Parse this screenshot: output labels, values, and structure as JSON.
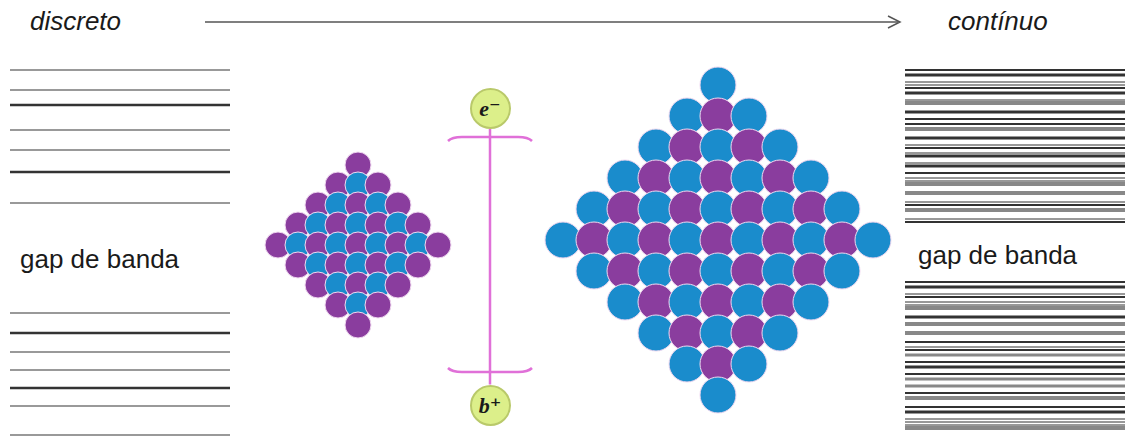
{
  "diagram": {
    "nodes": [
      {
        "text": [
          "e⁻"
        ]
      },
      {
        "text": [
          "b⁺"
        ]
      }
    ],
    "edges": [
      {
        "from": 0,
        "to": 1,
        "arrow": "none"
      }
    ],
    "labels": [
      "discreto",
      "contínuo",
      "gap de banda",
      "gap de banda"
    ]
  }
}
